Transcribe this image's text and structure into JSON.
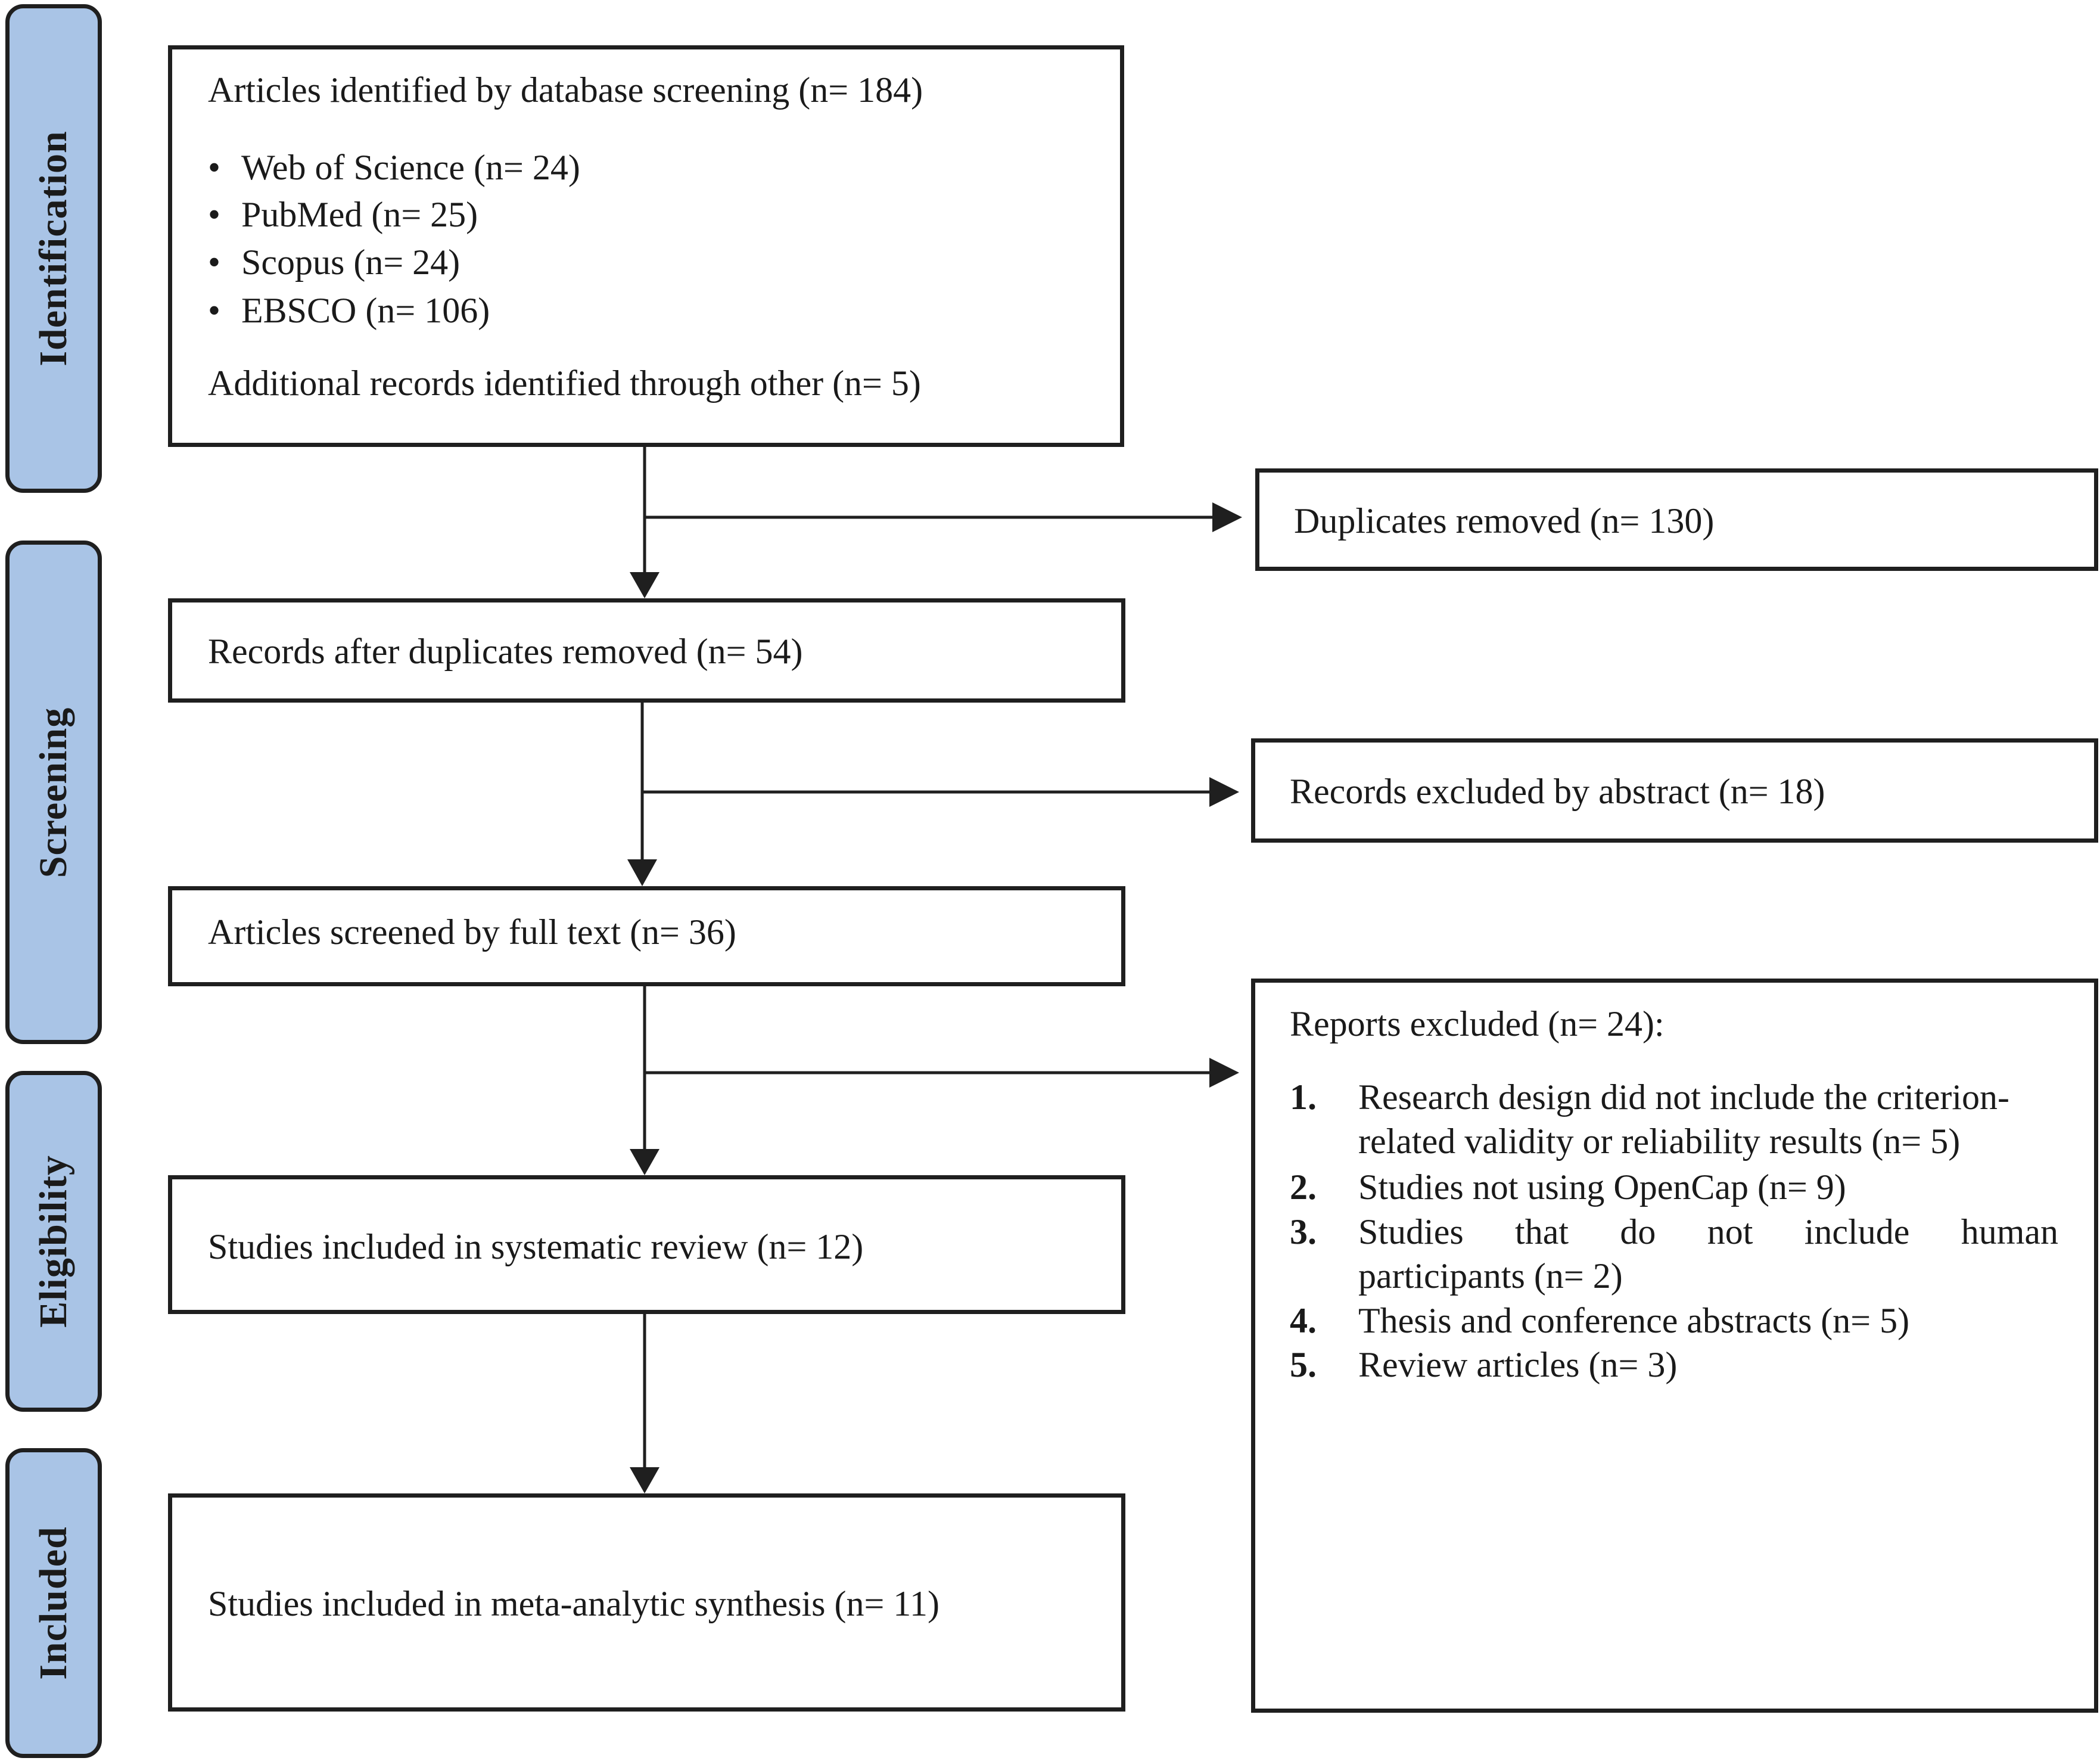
{
  "phases": {
    "identification": "Identification",
    "screening": "Screening",
    "eligibility": "Eligibility",
    "included": "Included"
  },
  "identification_box": {
    "title": "Articles identified by database screening (n= 184)",
    "databases": [
      "Web of Science (n= 24)",
      "PubMed (n= 25)",
      "Scopus (n= 24)",
      "EBSCO (n= 106)"
    ],
    "additional": "Additional records identified through other (n= 5)"
  },
  "duplicates_removed": "Duplicates removed (n= 130)",
  "records_after_duplicates": "Records after duplicates removed (n= 54)",
  "excluded_by_abstract": "Records excluded by abstract (n= 18)",
  "screened_full_text": "Articles screened by full text (n= 36)",
  "reports_excluded": {
    "title": "Reports excluded (n= 24):",
    "items": [
      {
        "num": "1.",
        "lines": [
          "Research design did not include the criterion-",
          "related validity or reliability results (n= 5)"
        ]
      },
      {
        "num": "2.",
        "lines": [
          "Studies not using OpenCap (n= 9)"
        ]
      },
      {
        "num": "3.",
        "lines": [
          "Studies that do not include human",
          "participants (n= 2)"
        ]
      },
      {
        "num": "4.",
        "lines": [
          "Thesis and conference abstracts (n= 5)"
        ]
      },
      {
        "num": "5.",
        "lines": [
          "Review articles (n= 3)"
        ]
      }
    ]
  },
  "systematic_review": "Studies included in systematic review (n= 12)",
  "meta_analytic": "Studies included in meta-analytic synthesis (n= 11)",
  "colors": {
    "phase_fill": "#a9c4e6",
    "stroke": "#1f1f1f"
  }
}
